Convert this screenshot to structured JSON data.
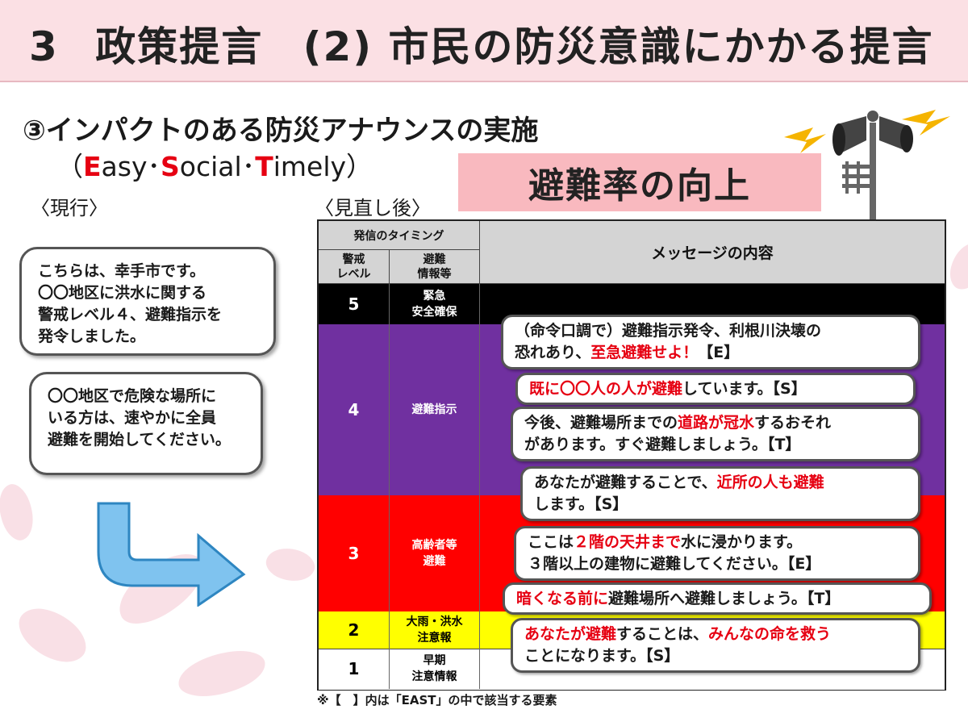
{
  "header": {
    "number": "3",
    "title": "政策提言",
    "subtitle": "(2) 市民の防災意識にかかる提言"
  },
  "subtitle": "③インパクトのある防災アナウンスの実施",
  "east": {
    "open": "（",
    "parts": [
      {
        "cap": "E",
        "rest": "asy"
      },
      {
        "cap": "S",
        "rest": "ocial"
      },
      {
        "cap": "T",
        "rest": "imely"
      }
    ],
    "sep": "･",
    "close": "）"
  },
  "banner": "避難率の向上",
  "label_current": "〈現行〉",
  "label_revised": "〈見直し後〉",
  "current_box1": [
    "こちらは、幸手市です。",
    "〇〇地区に洪水に関する",
    "警戒レベル４、避難指示を",
    "発令しました。"
  ],
  "current_box2": [
    "〇〇地区で危険な場所に",
    "いる方は、速やかに全員",
    "避難を開始してください。"
  ],
  "table": {
    "header_timing": "発信のタイミング",
    "header_level": [
      "警戒",
      "レベル"
    ],
    "header_info": [
      "避難",
      "情報等"
    ],
    "header_message": "メッセージの内容",
    "rows": [
      {
        "level": "5",
        "info": [
          "緊急",
          "安全確保"
        ],
        "bg": "#000000",
        "fg": "#ffffff"
      },
      {
        "level": "4",
        "info": [
          "避難指示"
        ],
        "bg": "#7030a0",
        "fg": "#ffffff"
      },
      {
        "level": "3",
        "info": [
          "高齢者等",
          "避難"
        ],
        "bg": "#ff0000",
        "fg": "#ffffff"
      },
      {
        "level": "2",
        "info": [
          "大雨・洪水",
          "注意報"
        ],
        "bg": "#ffff00",
        "fg": "#000000"
      },
      {
        "level": "1",
        "info": [
          "早期",
          "注意情報"
        ],
        "bg": "#ffffff",
        "fg": "#000000"
      }
    ]
  },
  "messages": [
    {
      "lines": [
        [
          {
            "t": "（命令口調で）避難指示発令、利根川決壊の"
          }
        ],
        [
          {
            "t": "恐れあり、"
          },
          {
            "t": "至急避難せよ！",
            "red": true
          },
          {
            "t": "【E】"
          }
        ]
      ]
    },
    {
      "lines": [
        [
          {
            "t": "既に〇〇人の人が避難",
            "red": true
          },
          {
            "t": "しています。【S】"
          }
        ]
      ]
    },
    {
      "lines": [
        [
          {
            "t": "今後、避難場所までの"
          },
          {
            "t": "道路が冠水",
            "red": true
          },
          {
            "t": "するおそれ"
          }
        ],
        [
          {
            "t": "があります。すぐ避難しましょう。【T】"
          }
        ]
      ]
    },
    {
      "lines": [
        [
          {
            "t": "あなたが避難することで、"
          },
          {
            "t": "近所の人も避難",
            "red": true
          }
        ],
        [
          {
            "t": "します。【S】"
          }
        ]
      ]
    },
    {
      "lines": [
        [
          {
            "t": "ここは"
          },
          {
            "t": "２階の天井まで",
            "red": true
          },
          {
            "t": "水に浸かります。"
          }
        ],
        [
          {
            "t": "３階以上の建物に避難してください。【E】"
          }
        ]
      ]
    },
    {
      "lines": [
        [
          {
            "t": "暗くなる前に",
            "red": true
          },
          {
            "t": "避難場所へ避難しましょう。【T】"
          }
        ]
      ]
    },
    {
      "lines": [
        [
          {
            "t": "あなたが避難",
            "red": true
          },
          {
            "t": "することは、"
          },
          {
            "t": "みんなの命を救う",
            "red": true
          }
        ],
        [
          {
            "t": "ことになります。【S】"
          }
        ]
      ]
    }
  ],
  "footnote": "※【　】内は「EAST」の中で該当する要素",
  "colors": {
    "header_bg": "#fbe0e4",
    "banner_bg": "#f9b9bf",
    "accent_red": "#e60012",
    "arrow_blue": "#7fc3ef"
  },
  "icons": [
    "speaker-icon",
    "arrow-right-icon",
    "lightning-icon"
  ]
}
